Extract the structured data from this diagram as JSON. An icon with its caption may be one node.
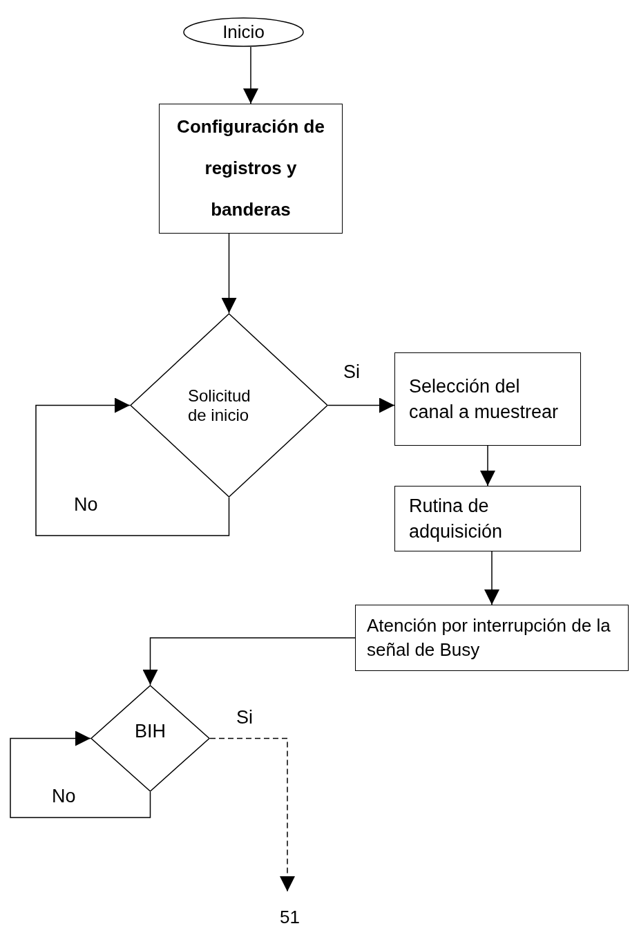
{
  "diagram": {
    "nodes": [
      {
        "text": [
          "Inicio"
        ]
      },
      {
        "text": [
          "Configuración de registros y banderas"
        ]
      },
      {
        "text": [
          "Solicitud de inicio"
        ]
      },
      {
        "text": [
          "Selección del canal a muestrear"
        ]
      },
      {
        "text": [
          "Rutina de adquisición"
        ]
      },
      {
        "text": [
          "Atención por interrupción de la señal de Busy"
        ]
      },
      {
        "text": [
          "BIH"
        ]
      }
    ],
    "edges": [
      {
        "from": 0,
        "to": 1,
        "arrow": "to"
      },
      {
        "from": 1,
        "to": 2,
        "arrow": "to"
      },
      {
        "from": 2,
        "to": 3,
        "arrow": "to",
        "label": "Si"
      },
      {
        "from": 2,
        "to": 2,
        "arrow": "to",
        "label": "No"
      },
      {
        "from": 3,
        "to": 4,
        "arrow": "to"
      },
      {
        "from": 4,
        "to": 5,
        "arrow": "to"
      },
      {
        "from": 5,
        "to": 6,
        "arrow": "to"
      },
      {
        "from": 6,
        "to": 6,
        "arrow": "to",
        "label": "No"
      },
      {
        "from": 6,
        "to": null,
        "arrow": "to",
        "label": "Si",
        "style": "dashed"
      }
    ],
    "labels": [
      "51"
    ]
  }
}
